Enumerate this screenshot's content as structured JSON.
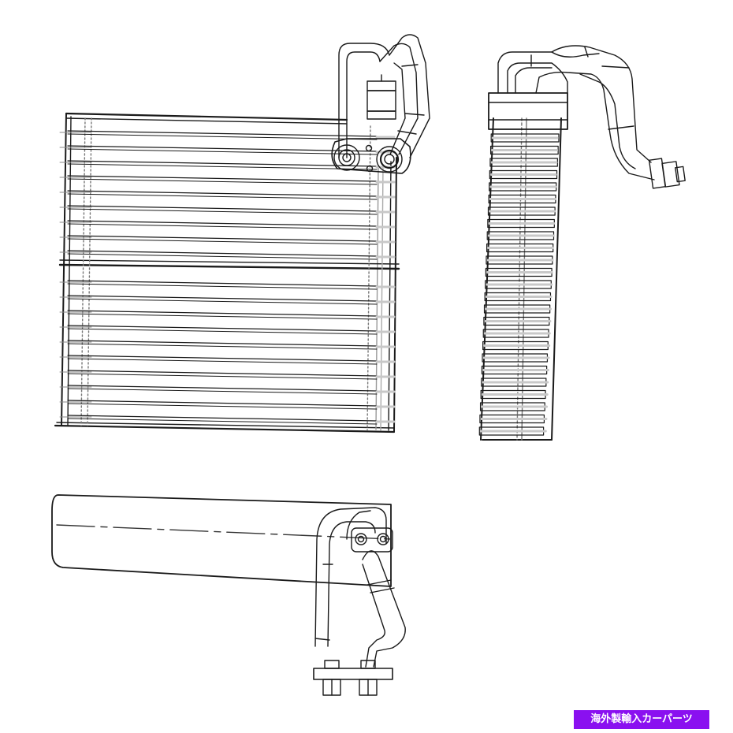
{
  "colors": {
    "line": "#1a1a1a",
    "fin": "#c8c8c8",
    "badge_bg": "#8a10f0",
    "badge_text": "#ffffff"
  },
  "views": [
    {
      "name": "front-view"
    },
    {
      "name": "side-view"
    },
    {
      "name": "top-view"
    }
  ],
  "badge": {
    "text": "海外製輸入カーパーツ"
  }
}
